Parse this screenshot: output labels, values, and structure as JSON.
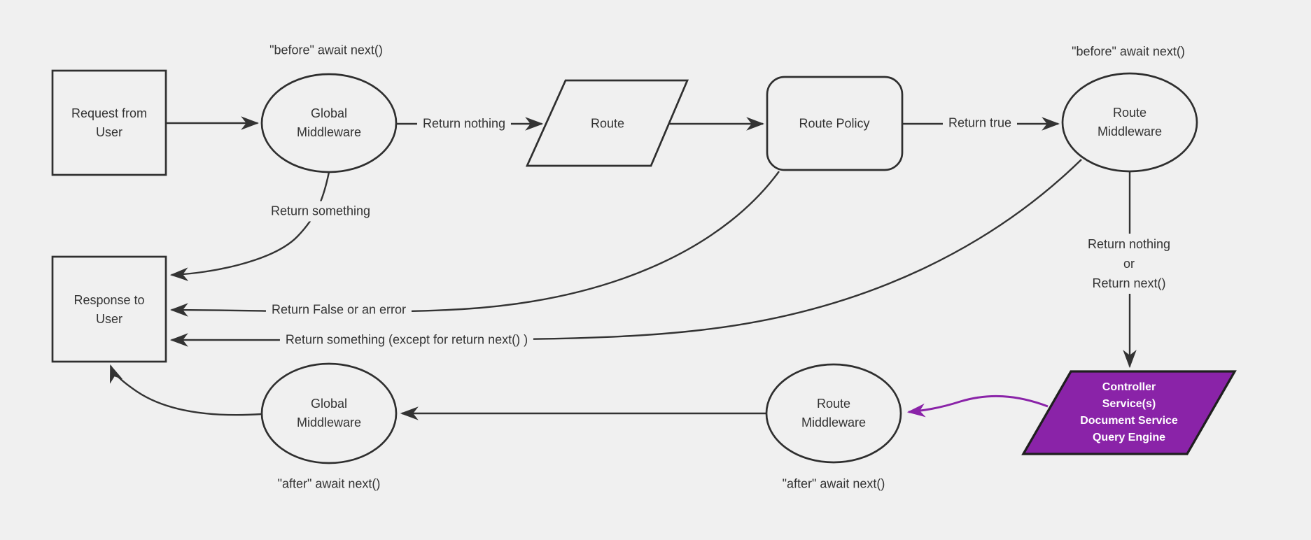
{
  "diagram": {
    "kind": "flowchart",
    "nodes": {
      "request": {
        "label": "Request from\nUser",
        "shape": "rectangle"
      },
      "global_middleware_top": {
        "label": "Global\nMiddleware",
        "shape": "ellipse"
      },
      "route": {
        "label": "Route",
        "shape": "parallelogram"
      },
      "route_policy": {
        "label": "Route Policy",
        "shape": "rounded-rectangle"
      },
      "route_middleware_top": {
        "label": "Route\nMiddleware",
        "shape": "ellipse"
      },
      "response": {
        "label": "Response to\nUser",
        "shape": "rectangle"
      },
      "controller": {
        "label": "Controller\nService(s)\nDocument Service\nQuery Engine",
        "shape": "parallelogram"
      },
      "route_middleware_bottom": {
        "label": "Route\nMiddleware",
        "shape": "ellipse"
      },
      "global_middleware_bottom": {
        "label": "Global\nMiddleware",
        "shape": "ellipse"
      }
    },
    "edge_labels": {
      "before_await_top_left": "\"before\" await next()",
      "before_await_top_right": "\"before\" await next()",
      "return_nothing": "Return nothing",
      "return_true": "Return true",
      "return_something": "Return something",
      "return_false_or_error": "Return False or an error",
      "return_something_except": "Return something (except for return next() )",
      "return_nothing_or_next": "Return nothing\nor\nReturn next()",
      "after_await_bottom_left": "\"after\" await next()",
      "after_await_bottom_right": "\"after\" await next()"
    },
    "colors": {
      "background": "#f0f0f0",
      "node_fill": "#f0f0f0",
      "line": "#333333",
      "text": "#333333",
      "purple_fill": "#8a23a8",
      "purple_stroke": "#1f1f1f",
      "controller_text": "#ffffff"
    }
  }
}
